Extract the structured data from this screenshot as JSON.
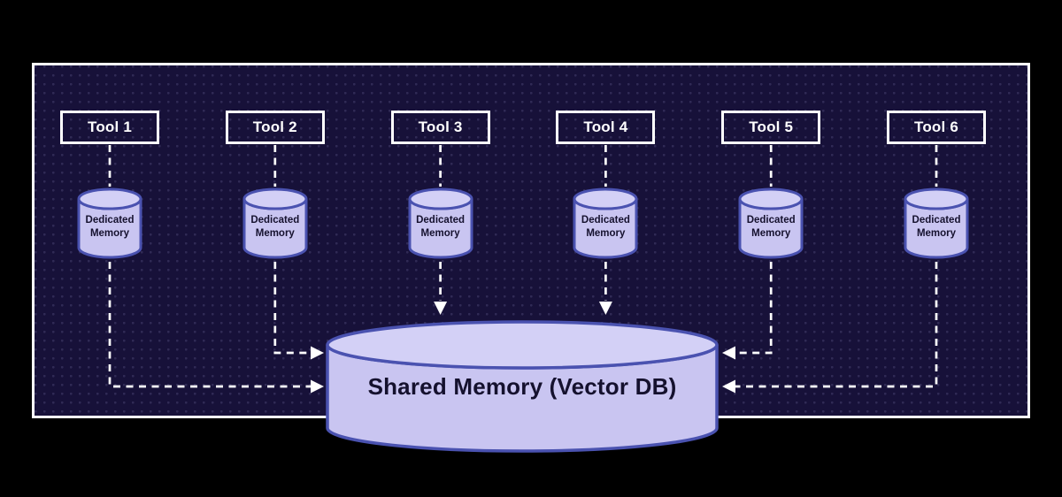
{
  "colors": {
    "canvas_bg": "#000000",
    "panel_bg": "#171139",
    "panel_border": "#ffffff",
    "tool_border": "#ffffff",
    "tool_text": "#ffffff",
    "cylinder_fill": "#c9c5f1",
    "cylinder_top_fill": "#d3d0f6",
    "cylinder_border": "#4a52b0",
    "memory_text": "#15112e",
    "connector": "#ffffff"
  },
  "tools": [
    {
      "label": "Tool 1",
      "memory_label": "Dedicated Memory"
    },
    {
      "label": "Tool 2",
      "memory_label": "Dedicated Memory"
    },
    {
      "label": "Tool 3",
      "memory_label": "Dedicated Memory"
    },
    {
      "label": "Tool 4",
      "memory_label": "Dedicated Memory"
    },
    {
      "label": "Tool 5",
      "memory_label": "Dedicated Memory"
    },
    {
      "label": "Tool 6",
      "memory_label": "Dedicated Memory"
    }
  ],
  "shared_memory": {
    "label": "Shared Memory (Vector DB)"
  }
}
